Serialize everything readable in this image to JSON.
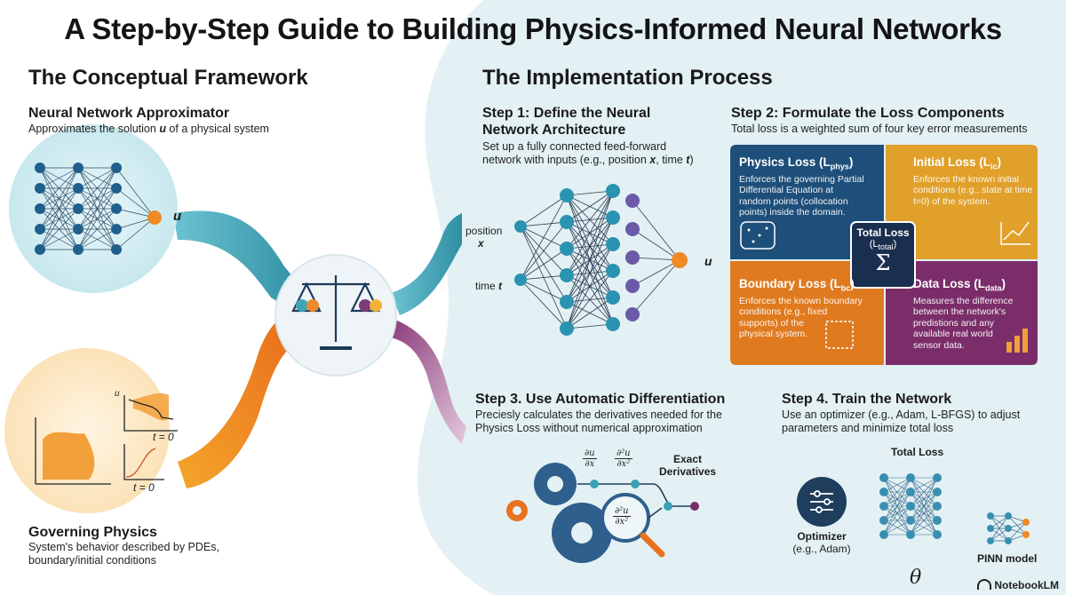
{
  "title": "A Step-by-Step Guide to Building Physics-Informed Neural Networks",
  "left": {
    "heading": "The Conceptual Framework",
    "nn": {
      "title": "Neural Network Approximator",
      "desc_pre": "Approximates the solution ",
      "desc_var": "u",
      "desc_post": " of a physical system",
      "output": "u"
    },
    "physics": {
      "title": "Governing Physics",
      "desc_line1": "System's behavior described by PDEs,",
      "desc_line2": "boundary/initial conditions",
      "axis_u": "u",
      "t0_a": "t = 0",
      "t0_b": "t = 0"
    }
  },
  "right": {
    "heading": "The Implementation Process",
    "step1": {
      "title_line1": "Step 1: Define the Neural",
      "title_line2": "Network Architecture",
      "desc_line1": "Set up a fully connected feed-forward",
      "desc_pre": "network with inputs (e.g., position ",
      "desc_x": "x",
      "desc_mid": ", time ",
      "desc_t": "t",
      "desc_post": ")",
      "input_position": "position",
      "input_x": "x",
      "input_time": "time ",
      "input_t": "t",
      "output": "u"
    },
    "step2": {
      "title": "Step 2: Formulate the Loss Components",
      "desc": "Total loss is a weighted sum of four key error measurements",
      "physics": {
        "title": "Physics Loss (L",
        "sub": "phys",
        "close": ")",
        "line1": "Enforces the governing Partial",
        "line2": "Differential Equation at",
        "line3": "random points (collocation",
        "line4": "points) inside the domain."
      },
      "initial": {
        "title": "Initial Loss (L",
        "sub": "ic",
        "close": ")",
        "line1": "Enforces the known initial",
        "line2": "conditions (e.g., state at time",
        "line3": "t=0) of the system."
      },
      "boundary": {
        "title": "Boundary Loss (L",
        "sub": "bc",
        "close": ")",
        "line1": "Enforces the known boundary",
        "line2": "conditions (e.g., fixed",
        "line3": "supports) of the",
        "line4": "physical system."
      },
      "data": {
        "title": "Data Loss (L",
        "sub": "data",
        "close": ")",
        "line1": "Measures the difference",
        "line2": "between the network's",
        "line3": "predistions and any",
        "line4": "available real world",
        "line5": "sensor data."
      },
      "total": {
        "title": "Total Loss",
        "open": "(L",
        "sub": "total",
        "close": ")",
        "symbol": "Σ"
      },
      "colors": {
        "physics": "#1e4f7a",
        "initial": "#e0a02a",
        "boundary": "#e07a1f",
        "data": "#7b2d6a"
      }
    },
    "step3": {
      "title": "Step 3. Use Automatic Differentiation",
      "desc_line1": "Preciesly calculates the derivatives needed for the",
      "desc_line2": "Physics Loss without numerical approximation",
      "exact_line1": "Exact",
      "exact_line2": "Derivatives"
    },
    "step4": {
      "title": "Step 4. Train the Network",
      "desc_line1": "Use an optimizer (e.g., Adam, L-BFGS) to adjust",
      "desc_line2": "parameters and minimize total loss",
      "total_loss": "Total Loss",
      "optimizer": "Optimizer",
      "optimizer_eg": "(e.g., Adam)",
      "theta": "θ",
      "pinn": "PINN model"
    }
  },
  "footer": "NotebookLM"
}
